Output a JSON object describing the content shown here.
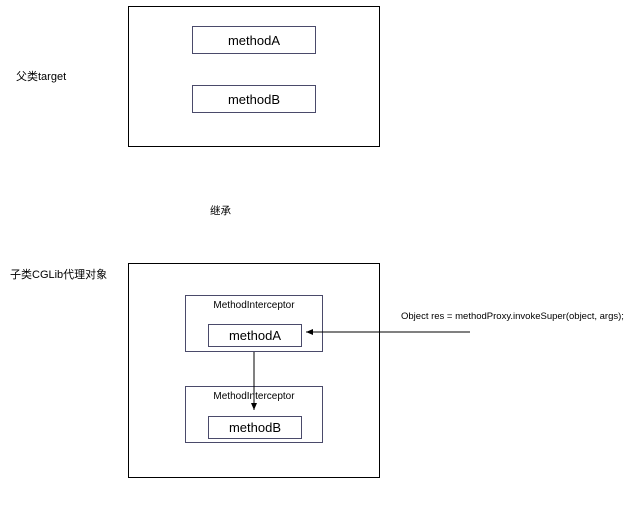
{
  "diagram": {
    "parent_label": "父类target",
    "child_label": "子类CGLib代理对象",
    "inherit_label": "继承",
    "code_annotation": "Object res = methodProxy.invokeSuper(object, args);",
    "parent_methods": [
      {
        "name": "methodA"
      },
      {
        "name": "methodB"
      }
    ],
    "child_groups": [
      {
        "interceptor": "MethodInterceptor",
        "method": "methodA"
      },
      {
        "interceptor": "MethodInterceptor",
        "method": "methodB"
      }
    ]
  }
}
